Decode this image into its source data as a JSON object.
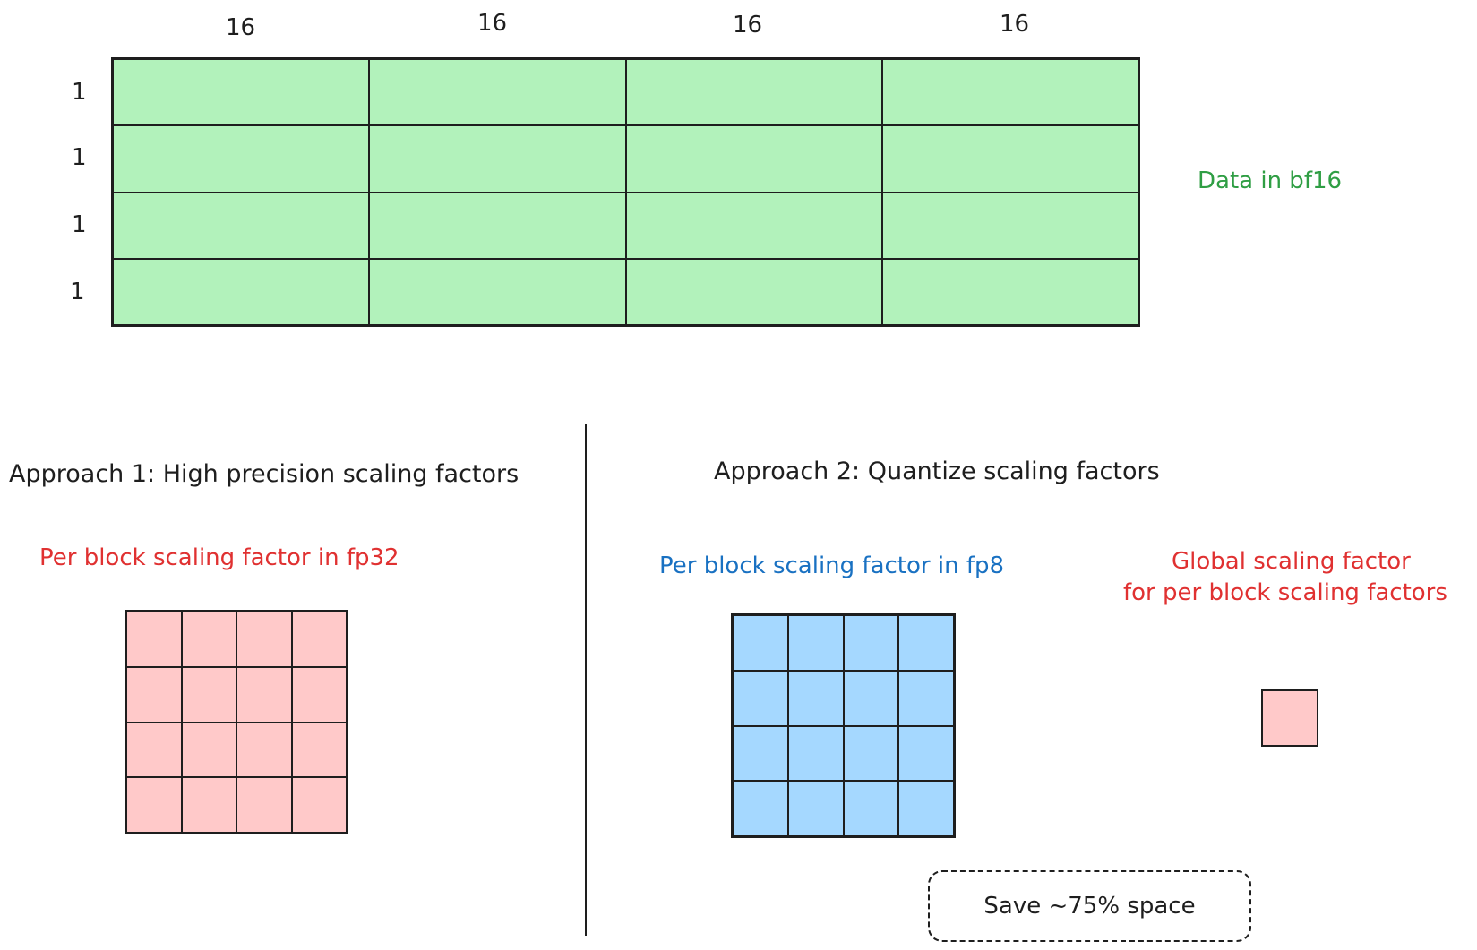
{
  "colors": {
    "data_fill": "#b2f2bb",
    "fp32_fill": "#ffc9c9",
    "fp8_fill": "#a5d8ff",
    "global_fill": "#ffc9c9",
    "green_text": "#2f9e44",
    "red_text": "#e03131",
    "blue_text": "#1971c2",
    "stroke": "#1e1e1e"
  },
  "data_block": {
    "column_sizes": [
      "16",
      "16",
      "16",
      "16"
    ],
    "row_sizes": [
      "1",
      "1",
      "1",
      "1"
    ],
    "rows": 4,
    "cols": 4,
    "label": "Data in bf16"
  },
  "approach1": {
    "title": "Approach 1: High precision scaling factors",
    "scale_label": "Per block scaling factor in fp32",
    "rows": 4,
    "cols": 4
  },
  "approach2": {
    "title": "Approach 2: Quantize scaling factors",
    "scale_label": "Per block scaling factor in fp8",
    "rows": 4,
    "cols": 4,
    "global_label_line1": "Global scaling factor",
    "global_label_line2": "for per block scaling factors",
    "savings_note": "Save ~75% space"
  }
}
